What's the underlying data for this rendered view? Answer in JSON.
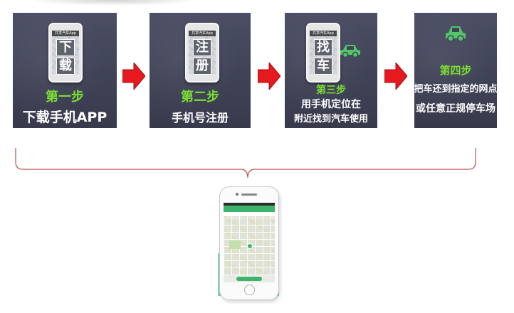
{
  "app_label": "共享汽车App",
  "steps": [
    {
      "glyphs": [
        "下",
        "载"
      ],
      "title": "第一步",
      "lines": [
        "下载手机APP"
      ]
    },
    {
      "glyphs": [
        "注",
        "册"
      ],
      "title": "第二步",
      "lines": [
        "手机号注册"
      ]
    },
    {
      "glyphs": [
        "找",
        "车"
      ],
      "title": "第三步",
      "lines": [
        "用手机定位在",
        "附近找到汽车使用"
      ],
      "icon": "car-icon"
    },
    {
      "title": "第四步",
      "lines": [
        "把车还到指定的网点",
        "或任意正规停车场"
      ],
      "icon": "car-icon"
    }
  ],
  "colors": {
    "step_bg": "#404357",
    "step_title": "#7dde32",
    "arrow": "#e5191e",
    "bracket": "#c0504d",
    "accent_green": "#3db36b",
    "phone_backdrop": "#7fd0b6"
  },
  "icons": [
    "phone-icon",
    "arrow-right-icon",
    "car-icon",
    "map-pin-icon"
  ]
}
